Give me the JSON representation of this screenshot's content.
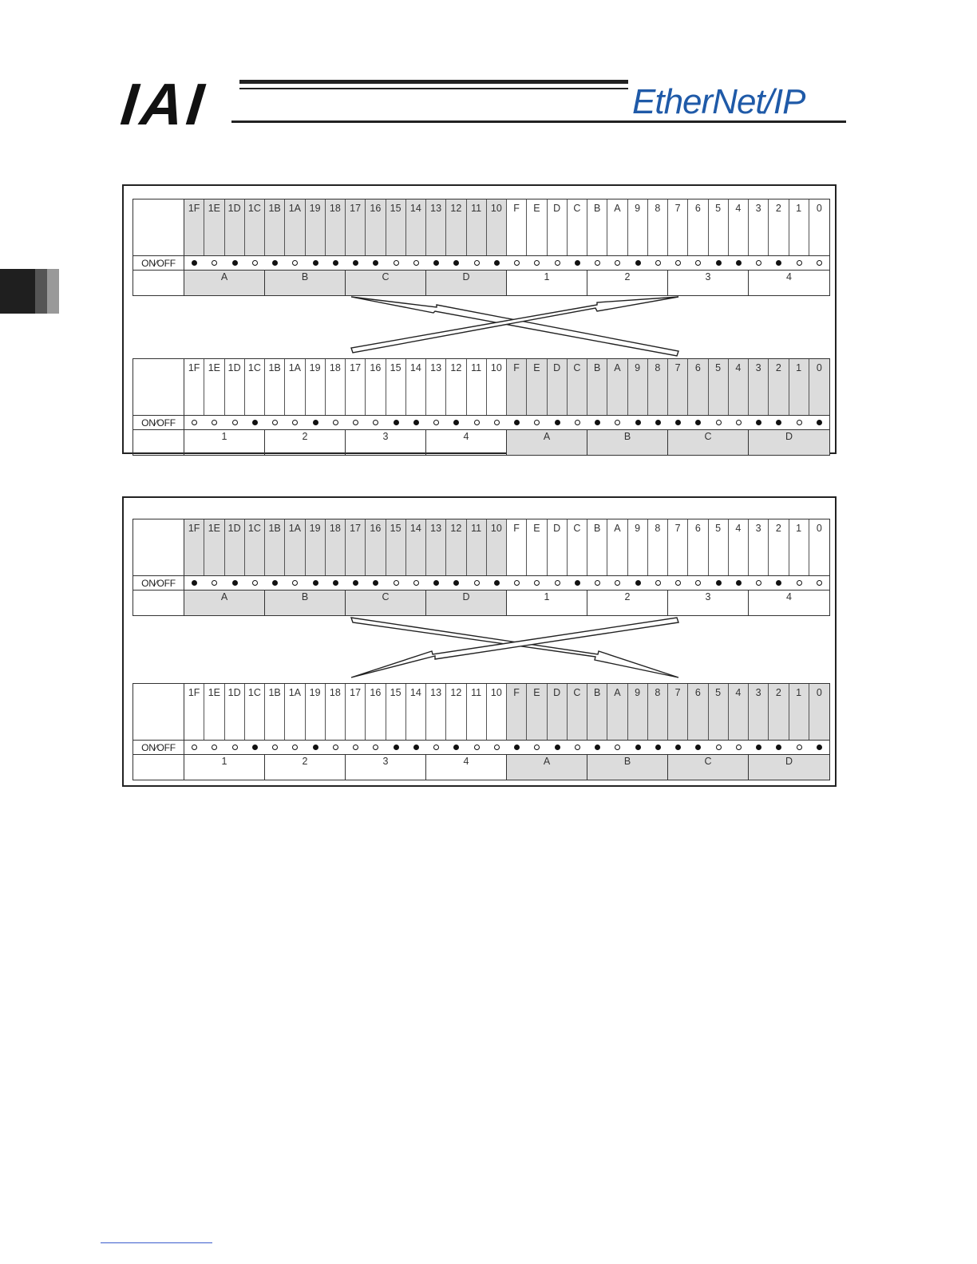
{
  "header": {
    "logo_text": "IAI",
    "brand": "EtherNet/IP"
  },
  "bit_labels": [
    "1F",
    "1E",
    "1D",
    "1C",
    "1B",
    "1A",
    "19",
    "18",
    "17",
    "16",
    "15",
    "14",
    "13",
    "12",
    "11",
    "10",
    "F",
    "E",
    "D",
    "C",
    "B",
    "A",
    "9",
    "8",
    "7",
    "6",
    "5",
    "4",
    "3",
    "2",
    "1",
    "0"
  ],
  "onoff_label": "ON∕OFF",
  "figure_1": {
    "top_table": {
      "bits_state": [
        1,
        0,
        1,
        0,
        1,
        0,
        1,
        1,
        1,
        1,
        0,
        0,
        1,
        1,
        0,
        1,
        0,
        0,
        0,
        1,
        0,
        0,
        1,
        0,
        0,
        0,
        1,
        1,
        0,
        1,
        0,
        0
      ],
      "shaded_half": "high",
      "groups": [
        {
          "label": "A",
          "bits": 4,
          "shaded": true
        },
        {
          "label": "B",
          "bits": 4,
          "shaded": true
        },
        {
          "label": "C",
          "bits": 4,
          "shaded": true
        },
        {
          "label": "D",
          "bits": 4,
          "shaded": true
        },
        {
          "label": "1",
          "bits": 4,
          "shaded": false
        },
        {
          "label": "2",
          "bits": 4,
          "shaded": false
        },
        {
          "label": "3",
          "bits": 4,
          "shaded": false
        },
        {
          "label": "4",
          "bits": 4,
          "shaded": false
        }
      ]
    },
    "bottom_table": {
      "bits_state": [
        0,
        0,
        0,
        1,
        0,
        0,
        1,
        0,
        0,
        0,
        1,
        1,
        0,
        1,
        0,
        0,
        1,
        0,
        1,
        0,
        1,
        0,
        1,
        1,
        1,
        1,
        0,
        0,
        1,
        1,
        0,
        1
      ],
      "shaded_half": "low",
      "groups": [
        {
          "label": "1",
          "bits": 4,
          "shaded": false
        },
        {
          "label": "2",
          "bits": 4,
          "shaded": false
        },
        {
          "label": "3",
          "bits": 4,
          "shaded": false
        },
        {
          "label": "4",
          "bits": 4,
          "shaded": false
        },
        {
          "label": "A",
          "bits": 4,
          "shaded": true
        },
        {
          "label": "B",
          "bits": 4,
          "shaded": true
        },
        {
          "label": "C",
          "bits": 4,
          "shaded": true
        },
        {
          "label": "D",
          "bits": 4,
          "shaded": true
        }
      ]
    }
  },
  "figure_2": {
    "top_table": {
      "bits_state": [
        1,
        0,
        1,
        0,
        1,
        0,
        1,
        1,
        1,
        1,
        0,
        0,
        1,
        1,
        0,
        1,
        0,
        0,
        0,
        1,
        0,
        0,
        1,
        0,
        0,
        0,
        1,
        1,
        0,
        1,
        0,
        0
      ],
      "shaded_half": "high",
      "groups": [
        {
          "label": "A",
          "bits": 4,
          "shaded": true
        },
        {
          "label": "B",
          "bits": 4,
          "shaded": true
        },
        {
          "label": "C",
          "bits": 4,
          "shaded": true
        },
        {
          "label": "D",
          "bits": 4,
          "shaded": true
        },
        {
          "label": "1",
          "bits": 4,
          "shaded": false
        },
        {
          "label": "2",
          "bits": 4,
          "shaded": false
        },
        {
          "label": "3",
          "bits": 4,
          "shaded": false
        },
        {
          "label": "4",
          "bits": 4,
          "shaded": false
        }
      ]
    },
    "bottom_table": {
      "bits_state": [
        0,
        0,
        0,
        1,
        0,
        0,
        1,
        0,
        0,
        0,
        1,
        1,
        0,
        1,
        0,
        0,
        1,
        0,
        1,
        0,
        1,
        0,
        1,
        1,
        1,
        1,
        0,
        0,
        1,
        1,
        0,
        1
      ],
      "shaded_half": "low",
      "groups": [
        {
          "label": "1",
          "bits": 4,
          "shaded": false
        },
        {
          "label": "2",
          "bits": 4,
          "shaded": false
        },
        {
          "label": "3",
          "bits": 4,
          "shaded": false
        },
        {
          "label": "4",
          "bits": 4,
          "shaded": false
        },
        {
          "label": "A",
          "bits": 4,
          "shaded": true
        },
        {
          "label": "B",
          "bits": 4,
          "shaded": true
        },
        {
          "label": "C",
          "bits": 4,
          "shaded": true
        },
        {
          "label": "D",
          "bits": 4,
          "shaded": true
        }
      ]
    }
  },
  "colors": {
    "shade": "#dcdcdc",
    "brand_blue": "#1f5aa8"
  }
}
